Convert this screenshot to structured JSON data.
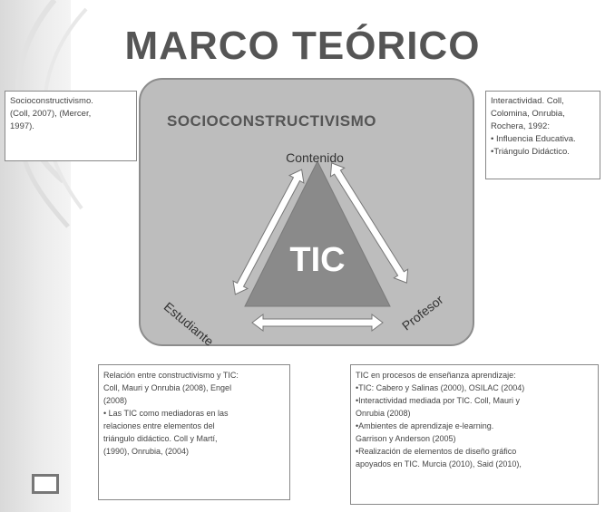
{
  "slide": {
    "title": "MARCO TEÓRICO"
  },
  "diagram": {
    "panel_title": "SOCIOCONSTRUCTIVISMO",
    "vertex_top": "Contenido",
    "vertex_left": "Estudiante",
    "vertex_right": "Profesor",
    "center": "TIC"
  },
  "notes": {
    "top_left": [
      "Socioconstructivismo.",
      "(Coll, 2007), (Mercer,",
      "1997)."
    ],
    "top_right": [
      "Interactividad. Coll,",
      "Colomina, Onrubia,",
      "Rochera, 1992:",
      "• Influencia Educativa.",
      "•Triángulo Didáctico."
    ],
    "bottom_left": [
      "Relación entre constructivismo y TIC:",
      "Coll, Mauri y Onrubia (2008), Engel",
      "(2008)",
      "• Las TIC como mediadoras en las",
      "relaciones entre elementos del",
      "triángulo didáctico. Coll y Martí,",
      "(1990), Onrubia,  (2004)"
    ],
    "bottom_right": [
      "TIC en procesos de enseñanza aprendizaje:",
      "•TIC: Cabero y Salinas (2000), OSILAC (2004)",
      "•Interactividad mediada por TIC. Coll, Mauri y",
      "Onrubia (2008)",
      "•Ambientes de aprendizaje e-learning.",
      "Garrison y Anderson (2005)",
      "•Realización de elementos de diseño gráfico",
      "apoyados en TIC. Murcia (2010), Said (2010),"
    ]
  },
  "colors": {
    "panel": "#bdbdbd",
    "triangle": "#8a8a8a",
    "title": "#555555"
  }
}
